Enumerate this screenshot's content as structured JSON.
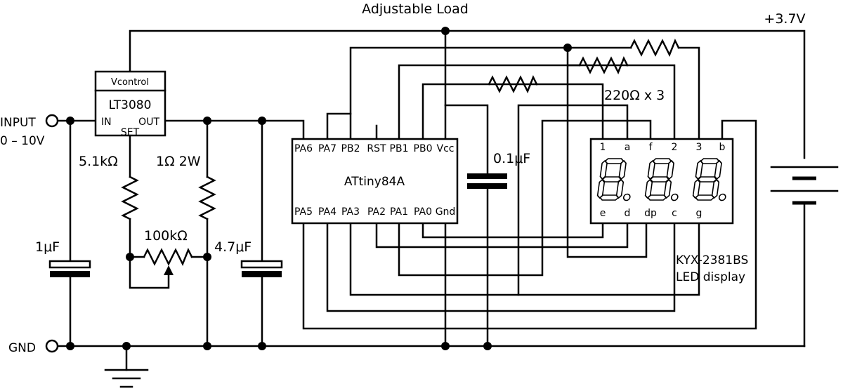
{
  "labels": {
    "adjustable_load": "Adjustable Load",
    "supply_voltage": "+3.7V",
    "input": "INPUT",
    "input_range": "0 – 10V",
    "gnd": "GND",
    "r_5k1": "5.1kΩ",
    "r_1ohm": "1Ω 2W",
    "pot": "100kΩ",
    "c_1uf": "1μF",
    "c_4u7": "4.7μF",
    "c_0u1": "0.1μF",
    "r_220": "220Ω x 3",
    "display_model": "KYX-2381BS",
    "display_desc": "LED display"
  },
  "regulator": {
    "vcontrol": "Vcontrol",
    "name": "LT3080",
    "in": "IN",
    "out": "OUT",
    "set": "SET"
  },
  "mcu": {
    "name": "ATtiny84A",
    "top_pins": [
      "PA6",
      "PA7",
      "PB2",
      "RST",
      "PB1",
      "PB0",
      "Vcc"
    ],
    "bottom_pins": [
      "PA5",
      "PA4",
      "PA3",
      "PA2",
      "PA1",
      "PA0",
      "Gnd"
    ]
  },
  "display": {
    "top_pins": [
      "1",
      "a",
      "f",
      "2",
      "3",
      "b"
    ],
    "bottom_pins": [
      "e",
      "d",
      "dp",
      "c",
      "g"
    ],
    "digits": 3
  }
}
